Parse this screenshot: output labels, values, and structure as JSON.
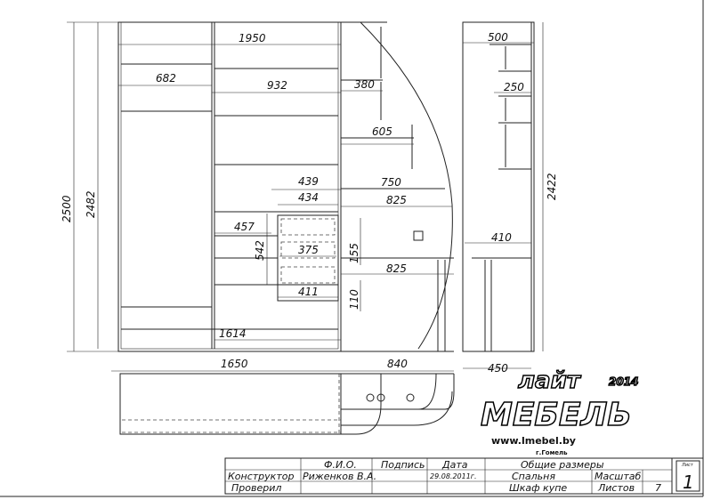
{
  "dimensions": {
    "total_height": "2500",
    "inner_height": "2482",
    "top_width": "1950",
    "left_section": "682",
    "right_section": "932",
    "shelf_380": "380",
    "shelf_605": "605",
    "shelf_750": "750",
    "top_825": "825",
    "bottom_825": "825",
    "w439": "439",
    "w434": "434",
    "h457": "457",
    "h542": "542",
    "w375": "375",
    "h155": "155",
    "w411": "411",
    "h110": "110",
    "w1614": "1614",
    "w1650": "1650",
    "w840": "840",
    "side_500": "500",
    "side_250": "250",
    "side_410": "410",
    "side_2422": "2422",
    "side_450": "450"
  },
  "logo": {
    "line1": "лайт",
    "line2": "МЕБЕЛЬ",
    "year": "2014",
    "url": "www.lmebel.by",
    "city": "г.Гомель"
  },
  "title_block": {
    "fio_header": "Ф.И.О.",
    "sign_header": "Подпись",
    "date_header": "Дата",
    "designer_label": "Конструктор",
    "designer_name": "Риженков В.А.",
    "date": "29.08.2011г.",
    "checked_label": "Проверил",
    "title1": "Общие размеры",
    "title2": "Спальня",
    "title3": "Шкаф купе",
    "scale_label": "Масштаб",
    "sheets_label": "Листов",
    "sheets_count": "7",
    "sheet_label": "Лист",
    "sheet_number": "1"
  }
}
